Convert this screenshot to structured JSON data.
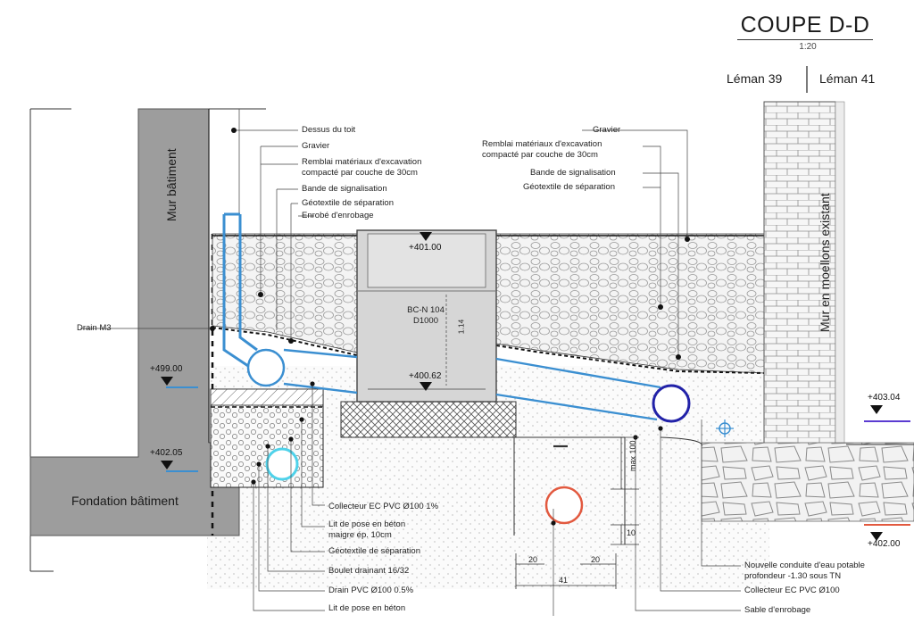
{
  "title": "COUPE D-D",
  "scale": "1:20",
  "parcels": {
    "left": "Léman 39",
    "right": "Léman 41"
  },
  "structures": {
    "building_wall": "Mur bâtiment",
    "building_foundation": "Fondation bâtiment",
    "existing_wall": "Mur en moellons existant",
    "chamber": "BC-N 104\nD1000",
    "chamber_height": "1.14"
  },
  "labels_top_left": [
    "Dessus du toit",
    "Gravier",
    "Remblai matériaux d'excavation\ncompacté par couche de 30cm",
    "Bande de signalisation",
    "Géotextile de séparation",
    "Enrobé d'enrobage"
  ],
  "labels_top_right": [
    "Gravier",
    "Remblai matériaux d'excavation\ncompacté par couche de 30cm",
    "Bande de signalisation",
    "Géotextile de séparation"
  ],
  "labels_bottom_left": [
    "Collecteur EC PVC Ø100 1%",
    "Lit de pose en béton\nmaigre ép. 10cm",
    "Géotextile de séparation",
    "Boulet drainant 16/32",
    "Drain PVC Ø100 0.5%",
    "Lit de pose en béton"
  ],
  "labels_bottom_right": [
    "Nouvelle conduite d'eau potable\nprofondeur -1.30 sous TN",
    "Collecteur EC PVC Ø100",
    "Sable d'enrobage"
  ],
  "left_marker": "Drain M3",
  "elevations": {
    "left_upper": "+499.00",
    "left_lower": "+402.05",
    "chamber_top": "+401.00",
    "chamber_bottom": "+400.62",
    "right_upper": "+403.04",
    "right_lower": "+402.00"
  },
  "dimensions": {
    "pipe_depth": "max 100",
    "small": "10",
    "offset_a": "20",
    "offset_b": "20",
    "width": "41"
  },
  "colors": {
    "pipe_blue": "#3b8fd1",
    "pipe_navy": "#2222a8",
    "pipe_cyan": "#4fd2ea",
    "pipe_red": "#e2593f",
    "wall_gray": "#9d9d9d",
    "accent_purple": "#5b3bd1"
  }
}
